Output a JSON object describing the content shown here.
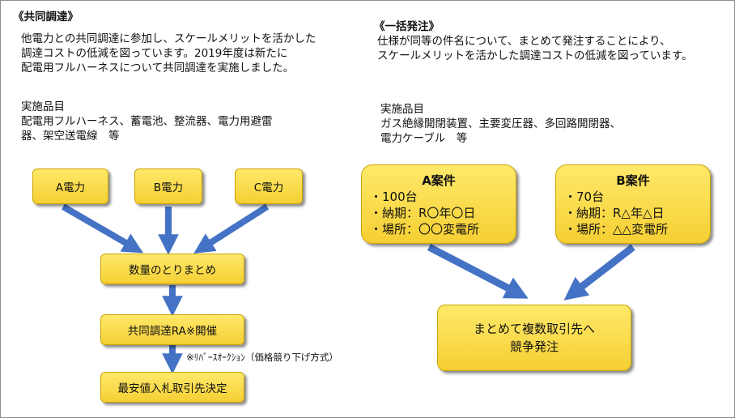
{
  "left": {
    "heading": "《共同調達》",
    "desc": [
      "他電力との共同調達に参加し、スケールメリットを活かした",
      "調達コストの低減を図っています。2019年度は新たに",
      "配電用フルハーネスについて共同調達を実施しました。"
    ],
    "items_label": "実施品目",
    "items": [
      "配電用フルハーネス、蓄電池、整流器、電力用避雷",
      "器、架空送電線　等"
    ],
    "sources": [
      "A電力",
      "B電力",
      "C電力"
    ],
    "step1": "数量のとりまとめ",
    "step2": "共同調達RA※開催",
    "note": "※ﾘﾊﾞｰｽｵｰｸｼｮﾝ（価格競り下げ方式）",
    "step3": "最安値入札取引先決定"
  },
  "right": {
    "heading": "《一括発注》",
    "desc": [
      "仕様が同等の件名について、まとめて発注することにより、",
      "スケールメリットを活かした調達コストの低減を図っています。"
    ],
    "items_label": "実施品目",
    "items": [
      "ガス絶縁開閉装置、主要変圧器、多回路開閉器、",
      "電力ケーブル　等"
    ],
    "case_a": {
      "title": "A案件",
      "lines": [
        "・100台",
        "・納期：R〇年〇日",
        "・場所：〇〇変電所"
      ]
    },
    "case_b": {
      "title": "B案件",
      "lines": [
        "・70台",
        "・納期：R△年△日",
        "・場所：△△変電所"
      ]
    },
    "result": [
      "まとめて複数取引先へ",
      "競争発注"
    ]
  },
  "colors": {
    "box_fill": "#f5cf33",
    "arrow": "#4472c4"
  }
}
